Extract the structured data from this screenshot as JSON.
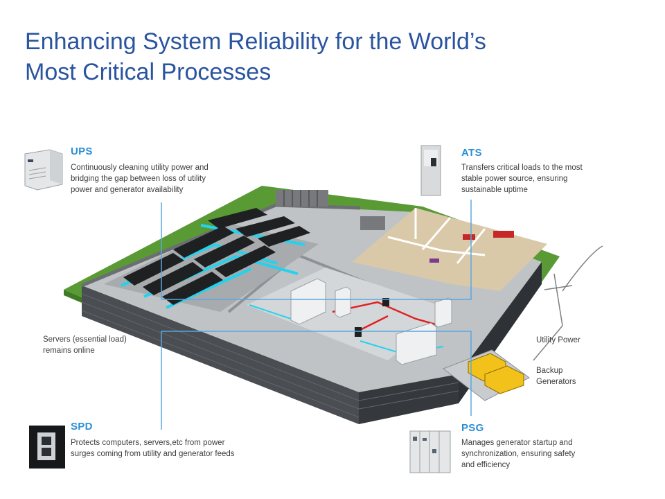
{
  "title": {
    "line1": "Enhancing System Reliability for the World’s",
    "line2": "Most Critical Processes"
  },
  "callouts": {
    "ups": {
      "heading": "UPS",
      "lines": [
        "Continuously cleaning utility power and",
        "bridging the gap between loss of utility",
        "power and generator availability"
      ]
    },
    "ats": {
      "heading": "ATS",
      "lines": [
        "Transfers critical loads to the most",
        "stable power source, ensuring",
        "sustainable uptime"
      ]
    },
    "spd": {
      "heading": "SPD",
      "lines": [
        "Protects computers, servers,etc from power",
        "surges coming from utility and generator feeds"
      ]
    },
    "psg": {
      "heading": "PSG",
      "lines": [
        "Manages generator startup and",
        "synchronization, ensuring safety",
        "and efficiency"
      ]
    }
  },
  "labels": {
    "servers": [
      "Servers (essential load)",
      "remains online"
    ],
    "utility_power": "Utility Power",
    "backup_generators": [
      "Backup",
      "Generators"
    ]
  },
  "colors": {
    "title": "#2a54a0",
    "heading": "#2a8fd6",
    "callout_line": "#5aa8e0",
    "power_red": "#e02020",
    "data_cyan": "#22d3ee",
    "grass": "#5a9a35"
  }
}
